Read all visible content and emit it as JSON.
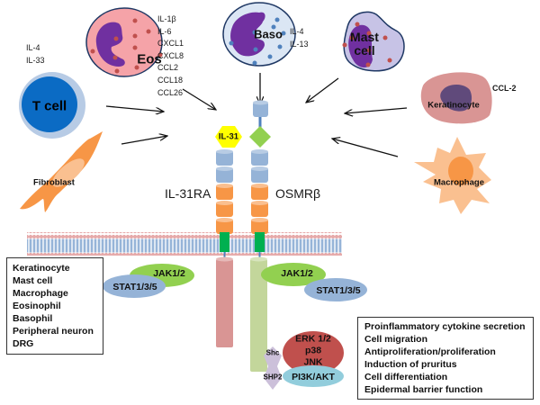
{
  "colors": {
    "tcell": "#0b6bc4",
    "tcell_halo": "#b7cbe5",
    "eos_body": "#f5a3a8",
    "eos_nucleus": "#7a2f9b",
    "granule_red": "#c0504d",
    "baso_body": "#dbe6f4",
    "baso_nucleus": "#7030a0",
    "granule_blue": "#4f81bd",
    "mast_body": "#c7c3e6",
    "keratinocyte": "#d99594",
    "keratinocyte_nucleus": "#604a7b",
    "fibroblast": "#f79646",
    "macrophage": "#fac090",
    "il31": "#ffff00",
    "osm_ligand": "#92d050",
    "domain_blue": "#95b3d7",
    "domain_orange": "#f79646",
    "transmembrane": "#00b050",
    "il31ra_tail": "#d99594",
    "osmr_tail": "#c3d69b",
    "jak": "#92d050",
    "stat": "#95b3d7",
    "erk": "#c0504d",
    "pi3k": "#92cddc",
    "adaptor": "#ccc0da"
  },
  "cells": {
    "tcell": {
      "label": "T cell",
      "cytokines": [
        "IL-4",
        "IL-33"
      ]
    },
    "eos": {
      "label": "Eos",
      "cytokines": [
        "IL-1β",
        "IL-6",
        "CXCL1",
        "CXCL8",
        "CCL2",
        "CCL18",
        "CCL26"
      ]
    },
    "baso": {
      "label": "Baso",
      "cytokines": [
        "IL-4",
        "IL-13"
      ]
    },
    "mast": {
      "label_line1": "Mast",
      "label_line2": "cell"
    },
    "keratinocyte": {
      "label": "Keratinocyte",
      "cytokines": [
        "CCL-2"
      ]
    },
    "fibroblast": {
      "label": "Fibroblast"
    },
    "macrophage": {
      "label": "Macrophage"
    }
  },
  "receptor": {
    "ligand": "IL-31",
    "left_chain": "IL-31RA",
    "right_chain": "OSMRβ"
  },
  "signaling": {
    "left_jak": "JAK1/2",
    "left_stat": "STAT1/3/5",
    "right_jak": "JAK1/2",
    "right_stat": "STAT1/3/5",
    "shc": "Shc",
    "shp2": "SHP2",
    "mapk_lines": [
      "ERK 1/2",
      "p38",
      "JNK"
    ],
    "pi3k": "PI3K/AKT"
  },
  "expressing_cells_box": [
    "Keratinocyte",
    "Mast cell",
    "Macrophage",
    "Eosinophil",
    "Basophil",
    "Peripheral neuron",
    "DRG"
  ],
  "functions_box": [
    "Proinflammatory cytokine secretion",
    "Cell migration",
    "Antiproliferation/proliferation",
    "Induction of pruritus",
    "Cell differentiation",
    "Epidermal barrier function"
  ]
}
